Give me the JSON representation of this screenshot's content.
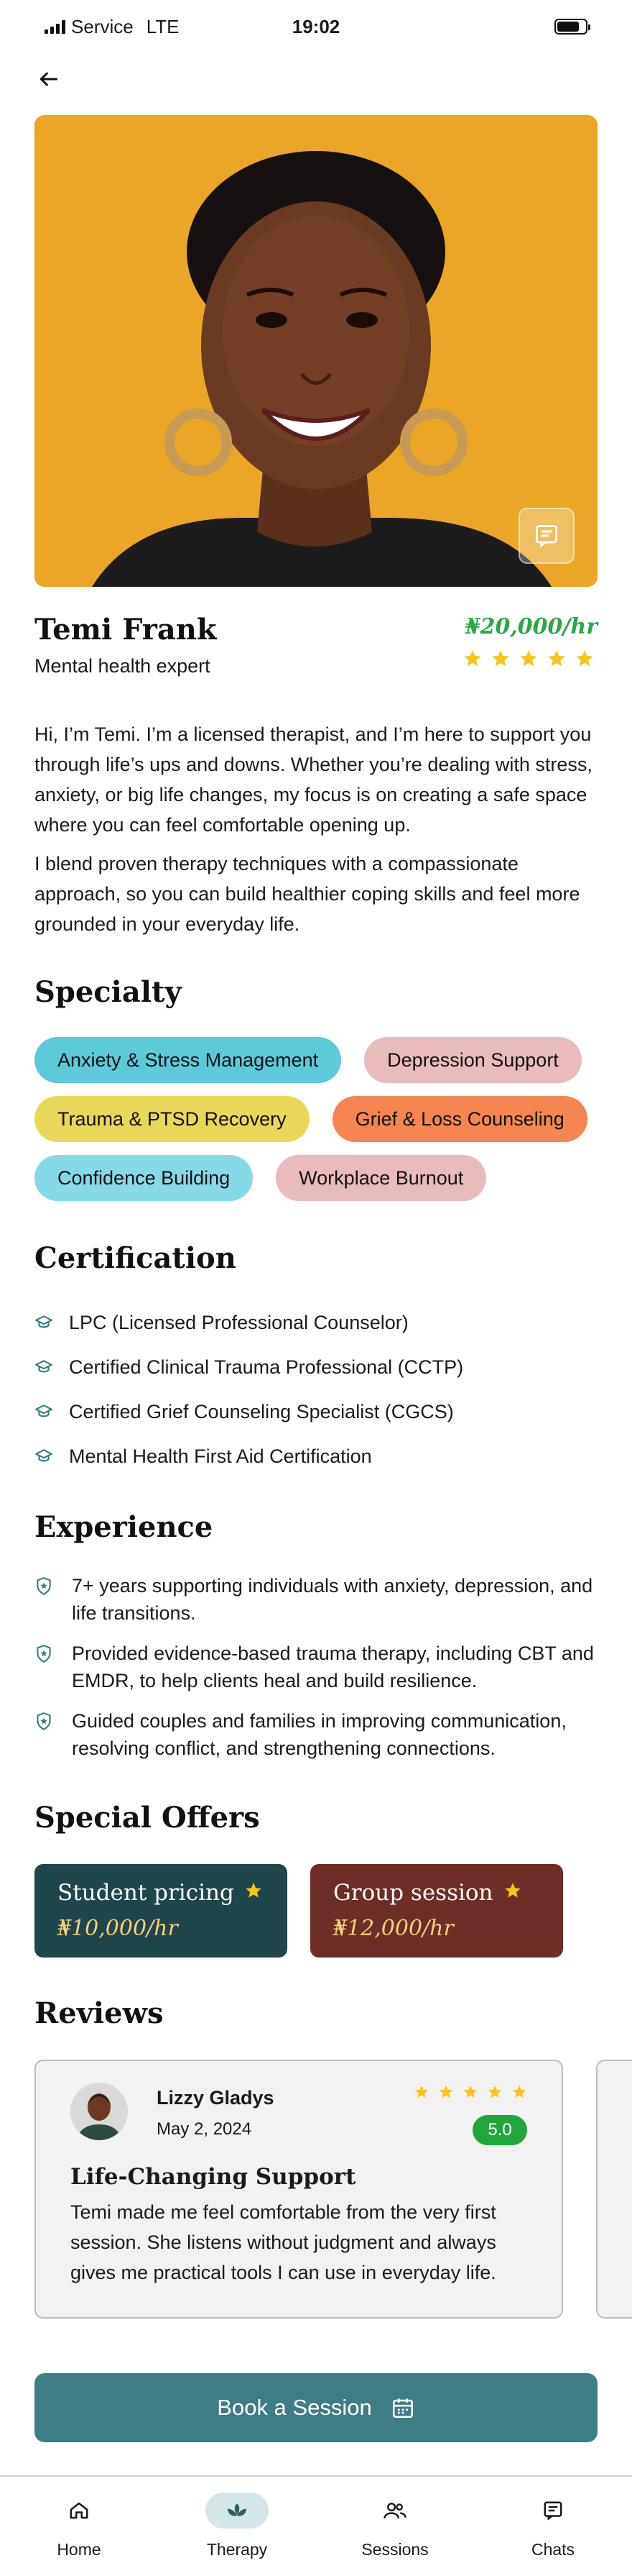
{
  "status_bar": {
    "carrier": "Service",
    "network": "LTE",
    "time": "19:02"
  },
  "profile": {
    "name": "Temi Frank",
    "role": "Mental health expert",
    "price": "₦20,000/hr",
    "rating": 5
  },
  "bio": [
    "Hi, I’m Temi. I’m a licensed therapist, and I’m here to support you through life’s ups and downs. Whether you’re dealing with stress, anxiety, or big life changes, my focus is on creating a safe space where you can feel comfortable opening up.",
    "I blend proven therapy techniques with a compassionate approach, so you can build healthier coping skills and feel more grounded in your everyday life."
  ],
  "specialty": {
    "title": "Specialty",
    "chips": [
      {
        "label": "Anxiety & Stress Management",
        "color": "#5ec9d9"
      },
      {
        "label": "Depression Support",
        "color": "#e8bcbc"
      },
      {
        "label": "Trauma & PTSD Recovery",
        "color": "#e7d858"
      },
      {
        "label": "Grief & Loss Counseling",
        "color": "#f58652"
      },
      {
        "label": "Confidence Building",
        "color": "#86dae6"
      },
      {
        "label": "Workplace Burnout",
        "color": "#e8bcbc"
      }
    ]
  },
  "certification": {
    "title": "Certification",
    "items": [
      "LPC (Licensed Professional Counselor)",
      "Certified Clinical Trauma Professional (CCTP)",
      "Certified Grief Counseling Specialist (CGCS)",
      "Mental Health First Aid Certification"
    ]
  },
  "experience": {
    "title": "Experience",
    "items": [
      "7+ years supporting individuals with anxiety, depression, and life transitions.",
      "Provided evidence-based trauma therapy, including CBT and EMDR, to help clients heal and build resilience.",
      "Guided couples and families in improving communication, resolving conflict, and strengthening connections."
    ]
  },
  "offers": {
    "title": "Special Offers",
    "items": [
      {
        "title": "Student pricing",
        "price": "₦10,000/hr",
        "color": "#20454a"
      },
      {
        "title": "Group session",
        "price": "₦12,000/hr",
        "color": "#6e2d27"
      }
    ]
  },
  "reviews": {
    "title": "Reviews",
    "items": [
      {
        "name": "Lizzy Gladys",
        "date": "May 2, 2024",
        "rating": 5,
        "score": "5.0",
        "title": "Life-Changing Support",
        "body": "Temi made me feel comfortable from the very first session. She listens without judgment and always gives me practical tools I can use in everyday life."
      }
    ]
  },
  "book_button": {
    "label": "Book a Session"
  },
  "tabs": [
    {
      "label": "Home",
      "icon": "home-icon",
      "active": false
    },
    {
      "label": "Therapy",
      "icon": "lotus-icon",
      "active": true
    },
    {
      "label": "Sessions",
      "icon": "people-icon",
      "active": false
    },
    {
      "label": "Chats",
      "icon": "chat-icon",
      "active": false
    }
  ],
  "colors": {
    "accent": "#3d7e85",
    "price": "#29a846",
    "star": "#f5c518",
    "hero_bg": "#eba627"
  }
}
